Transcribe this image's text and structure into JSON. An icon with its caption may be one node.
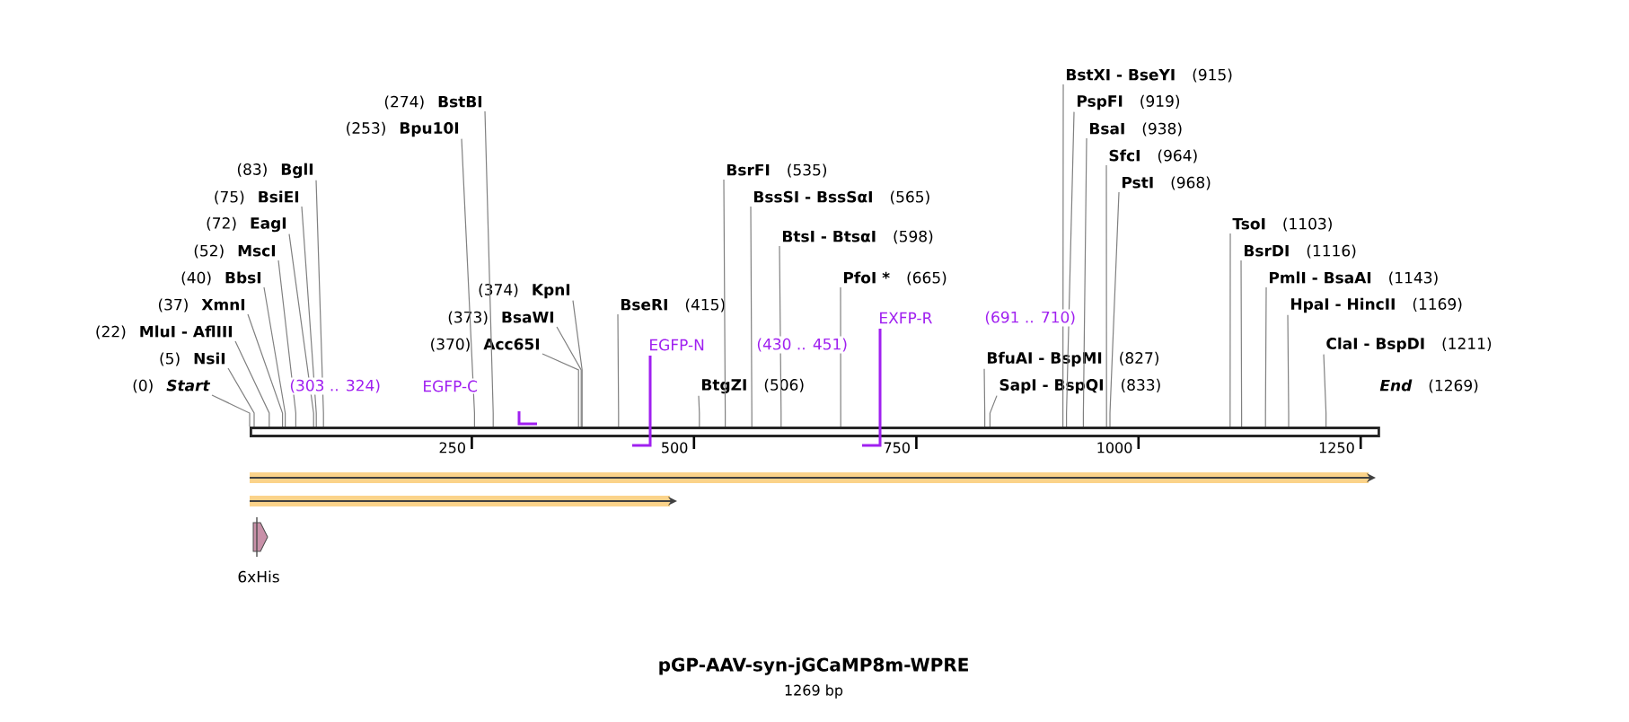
{
  "diagram": {
    "title": "pGP-AAV-syn-jGCaMP8m-WPRE",
    "caption": "1269 bp",
    "nodes": [
      {
        "text": [],
        "shape": "bar"
      },
      {
        "text": [
          "(0)",
          "Start"
        ]
      },
      {
        "text": [
          "(5)",
          "NsiI"
        ]
      },
      {
        "text": [
          "(22)",
          "MluI - AflIII"
        ]
      },
      {
        "text": [
          "(37)",
          "XmnI"
        ]
      },
      {
        "text": [
          "(40)",
          "BbsI"
        ]
      },
      {
        "text": [
          "(52)",
          "MscI"
        ]
      },
      {
        "text": [
          "(72)",
          "EagI"
        ]
      },
      {
        "text": [
          "(75)",
          "BsiEI"
        ]
      },
      {
        "text": [
          "(83)",
          "BglI"
        ]
      },
      {
        "text": [
          "(253)",
          "Bpu10I"
        ]
      },
      {
        "text": [
          "(274)",
          "BstBI"
        ]
      },
      {
        "text": [
          "(370)",
          "Acc65I"
        ]
      },
      {
        "text": [
          "(373)",
          "BsaWI"
        ]
      },
      {
        "text": [
          "(374)",
          "KpnI"
        ]
      },
      {
        "text": [
          "BseRI",
          "(415)"
        ]
      },
      {
        "text": [
          "BtgZI",
          "(506)"
        ]
      },
      {
        "text": [
          "BsrFI",
          "(535)"
        ]
      },
      {
        "text": [
          "BssSI - BssSαI",
          "(565)"
        ]
      },
      {
        "text": [
          "BtsI - BtsαI",
          "(598)"
        ]
      },
      {
        "text": [
          "PfoI *",
          "(665)"
        ]
      },
      {
        "text": [
          "BfuAI - BspMI",
          "(827)"
        ]
      },
      {
        "text": [
          "SapI - BspQI",
          "(833)"
        ]
      },
      {
        "text": [
          "BstXI - BseYI",
          "(915)"
        ]
      },
      {
        "text": [
          "PspFI",
          "(919)"
        ]
      },
      {
        "text": [
          "BsaI",
          "(938)"
        ]
      },
      {
        "text": [
          "SfcI",
          "(964)"
        ]
      },
      {
        "text": [
          "PstI",
          "(968)"
        ]
      },
      {
        "text": [
          "TsoI",
          "(1103)"
        ]
      },
      {
        "text": [
          "BsrDI",
          "(1116)"
        ]
      },
      {
        "text": [
          "PmlI - BsaAI",
          "(1143)"
        ]
      },
      {
        "text": [
          "HpaI - HincII",
          "(1169)"
        ]
      },
      {
        "text": [
          "ClaI - BspDI",
          "(1211)"
        ]
      },
      {
        "text": [
          "End",
          "(1269)"
        ]
      }
    ],
    "edges": [
      {
        "from": 1,
        "to": 0,
        "arrow": "none"
      },
      {
        "from": 2,
        "to": 0,
        "arrow": "none"
      },
      {
        "from": 3,
        "to": 0,
        "arrow": "none"
      },
      {
        "from": 4,
        "to": 0,
        "arrow": "none"
      },
      {
        "from": 5,
        "to": 0,
        "arrow": "none"
      },
      {
        "from": 6,
        "to": 0,
        "arrow": "none"
      },
      {
        "from": 7,
        "to": 0,
        "arrow": "none"
      },
      {
        "from": 8,
        "to": 0,
        "arrow": "none"
      },
      {
        "from": 9,
        "to": 0,
        "arrow": "none"
      },
      {
        "from": 10,
        "to": 0,
        "arrow": "none"
      },
      {
        "from": 11,
        "to": 0,
        "arrow": "none"
      },
      {
        "from": 12,
        "to": 0,
        "arrow": "none"
      },
      {
        "from": 13,
        "to": 0,
        "arrow": "none"
      },
      {
        "from": 14,
        "to": 0,
        "arrow": "none"
      },
      {
        "from": 15,
        "to": 0,
        "arrow": "none"
      },
      {
        "from": 16,
        "to": 0,
        "arrow": "none"
      },
      {
        "from": 17,
        "to": 0,
        "arrow": "none"
      },
      {
        "from": 18,
        "to": 0,
        "arrow": "none"
      },
      {
        "from": 19,
        "to": 0,
        "arrow": "none"
      },
      {
        "from": 20,
        "to": 0,
        "arrow": "none"
      },
      {
        "from": 21,
        "to": 0,
        "arrow": "none"
      },
      {
        "from": 22,
        "to": 0,
        "arrow": "none"
      },
      {
        "from": 23,
        "to": 0,
        "arrow": "none"
      },
      {
        "from": 24,
        "to": 0,
        "arrow": "none"
      },
      {
        "from": 25,
        "to": 0,
        "arrow": "none"
      },
      {
        "from": 26,
        "to": 0,
        "arrow": "none"
      },
      {
        "from": 27,
        "to": 0,
        "arrow": "none"
      },
      {
        "from": 28,
        "to": 0,
        "arrow": "none"
      },
      {
        "from": 29,
        "to": 0,
        "arrow": "none"
      },
      {
        "from": 30,
        "to": 0,
        "arrow": "none"
      },
      {
        "from": 31,
        "to": 0,
        "arrow": "none"
      },
      {
        "from": 32,
        "to": 0,
        "arrow": "none"
      }
    ],
    "labels": [
      "EXFP-R",
      "(691 .. 710)",
      "EGFP-N",
      "(430 .. 451)",
      "(303 .. 324)",
      "EGFP-C",
      "250",
      "500",
      "750",
      "1000",
      "1250",
      "6xHis"
    ]
  }
}
